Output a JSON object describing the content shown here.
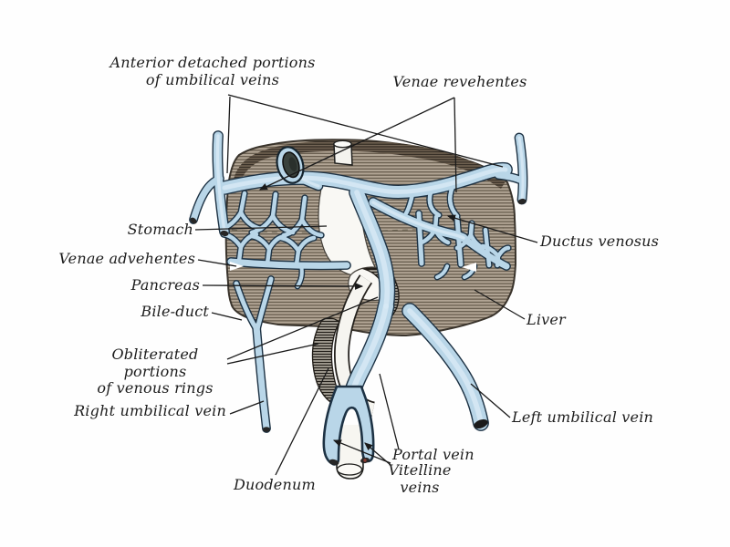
{
  "labels": {
    "anterior_detached": "Anterior detached portions\nof umbilical veins",
    "venae_revehentes": "Venae revehentes",
    "stomach": "Stomach",
    "venae_advehentes": "Venae advehentes",
    "pancreas": "Pancreas",
    "bile_duct": "Bile-duct",
    "obliterated": "Obliterated portions\nof venous rings",
    "right_umbilical_vein": "Right umbilical vein",
    "ductus_venosus": "Ductus venosus",
    "liver": "Liver",
    "left_umbilical_vein": "Left umbilical vein",
    "portal_vein": "Portal vein",
    "vitelline_veins": "Vitelline\nveins",
    "duodenum": "Duodenum"
  },
  "colors": {
    "vein_fill": "#b9d6e8",
    "vein_outline": "#1d3244",
    "liver_hatch_base": "#b2a595",
    "liver_hatch_line": "#5c5142",
    "ring_dark": "#211d18",
    "leader_line": "#1a1a1a",
    "label_text": "#1d1d1d",
    "background": "#fefefe"
  }
}
